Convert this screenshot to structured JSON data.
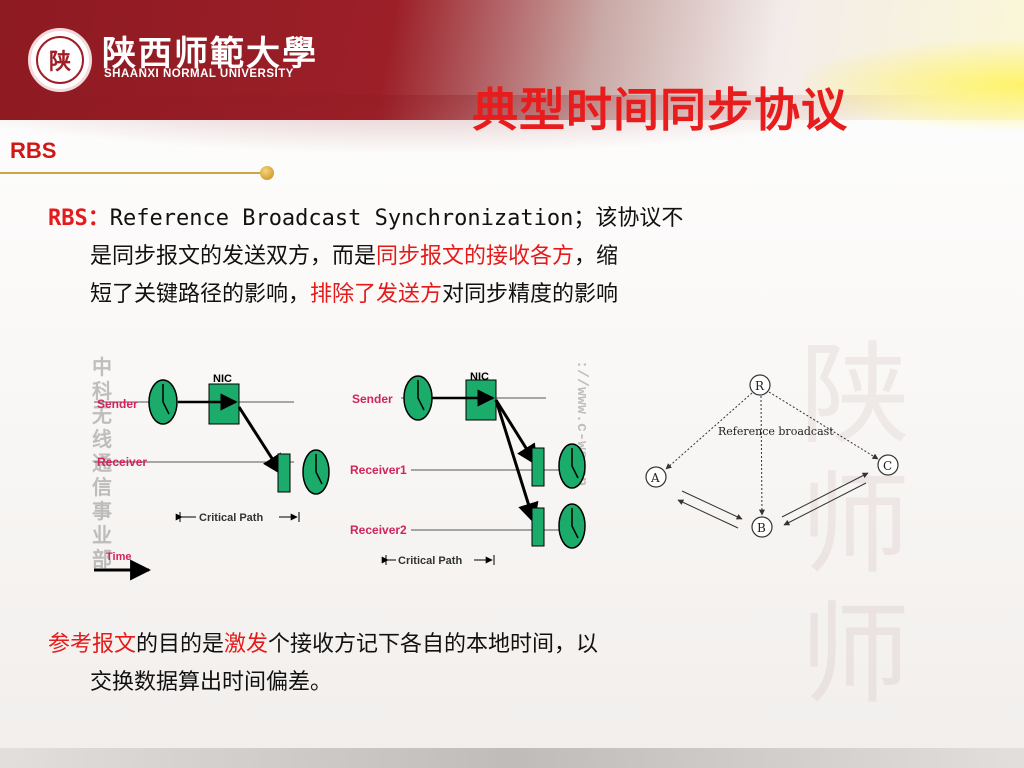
{
  "header": {
    "university_cn": "陕西师範大學",
    "university_en": "SHAANXI NORMAL UNIVERSITY",
    "seal_char": "陕"
  },
  "title": "典型时间同步协议",
  "section": "RBS",
  "para1": {
    "label": "RBS：",
    "line1_text": "Reference Broadcast Synchronization；该协议不",
    "line2_pre": "是同步报文的发送双方，而是",
    "line2_red": "同步报文的接收各方",
    "line2_post": "，缩",
    "line3_pre": "短了关键路径的影响，",
    "line3_red": "排除了发送方",
    "line3_post": "对同步精度的影响"
  },
  "diagram_left": {
    "nic": "NIC",
    "sender": "Sender",
    "receiver": "Receiver",
    "critical_path": "Critical Path",
    "time": "Time"
  },
  "diagram_middle": {
    "nic": "NIC",
    "sender": "Sender",
    "receiver1": "Receiver1",
    "receiver2": "Receiver2",
    "critical_path": "Critical Path"
  },
  "diagram_right": {
    "node_r": "R",
    "node_a": "A",
    "node_b": "B",
    "node_c": "C",
    "label": "Reference broadcast"
  },
  "watermarks": {
    "vertical_cn": "中科无线通信事业部",
    "vertical_url": "://www.c-ws.cn"
  },
  "para2": {
    "red1": "参考报文",
    "mid1": "的目的是",
    "red2": "激发",
    "rest1": "个接收方记下各自的本地时间，以",
    "line2": "交换数据算出时间偏差。"
  },
  "colors": {
    "accent_red": "#e51b1b",
    "header_red": "#8e1a22",
    "diagram_green": "#1bab6a",
    "diagram_label_red": "#d0245a"
  }
}
